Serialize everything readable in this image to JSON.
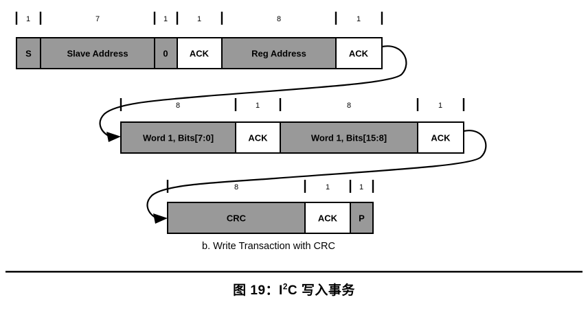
{
  "figure": {
    "caption_prefix": "图 19",
    "caption_separator": "：",
    "caption_protocol_base": "I",
    "caption_protocol_sup": "2",
    "caption_protocol_tail": "C",
    "caption_text": "写入事务",
    "sub_caption": "b. Write Transaction with CRC",
    "colors": {
      "cell_fill_gray": "#999999",
      "cell_fill_white": "#ffffff",
      "stroke": "#000000",
      "background": "#ffffff"
    }
  },
  "rows": [
    {
      "name": "row-1",
      "cells": [
        {
          "label": "S",
          "bits": "1",
          "fill": "gray"
        },
        {
          "label": "Slave Address",
          "bits": "7",
          "fill": "gray"
        },
        {
          "label": "0",
          "bits": "1",
          "fill": "gray"
        },
        {
          "label": "ACK",
          "bits": "1",
          "fill": "white"
        },
        {
          "label": "Reg Address",
          "bits": "8",
          "fill": "gray"
        },
        {
          "label": "ACK",
          "bits": "1",
          "fill": "white"
        }
      ]
    },
    {
      "name": "row-2",
      "cells": [
        {
          "label": "Word 1, Bits[7:0]",
          "bits": "8",
          "fill": "gray"
        },
        {
          "label": "ACK",
          "bits": "1",
          "fill": "white"
        },
        {
          "label": "Word 1, Bits[15:8]",
          "bits": "8",
          "fill": "gray"
        },
        {
          "label": "ACK",
          "bits": "1",
          "fill": "white"
        }
      ]
    },
    {
      "name": "row-3",
      "cells": [
        {
          "label": "CRC",
          "bits": "8",
          "fill": "gray"
        },
        {
          "label": "ACK",
          "bits": "1",
          "fill": "white"
        },
        {
          "label": "P",
          "bits": "1",
          "fill": "gray"
        }
      ]
    }
  ]
}
